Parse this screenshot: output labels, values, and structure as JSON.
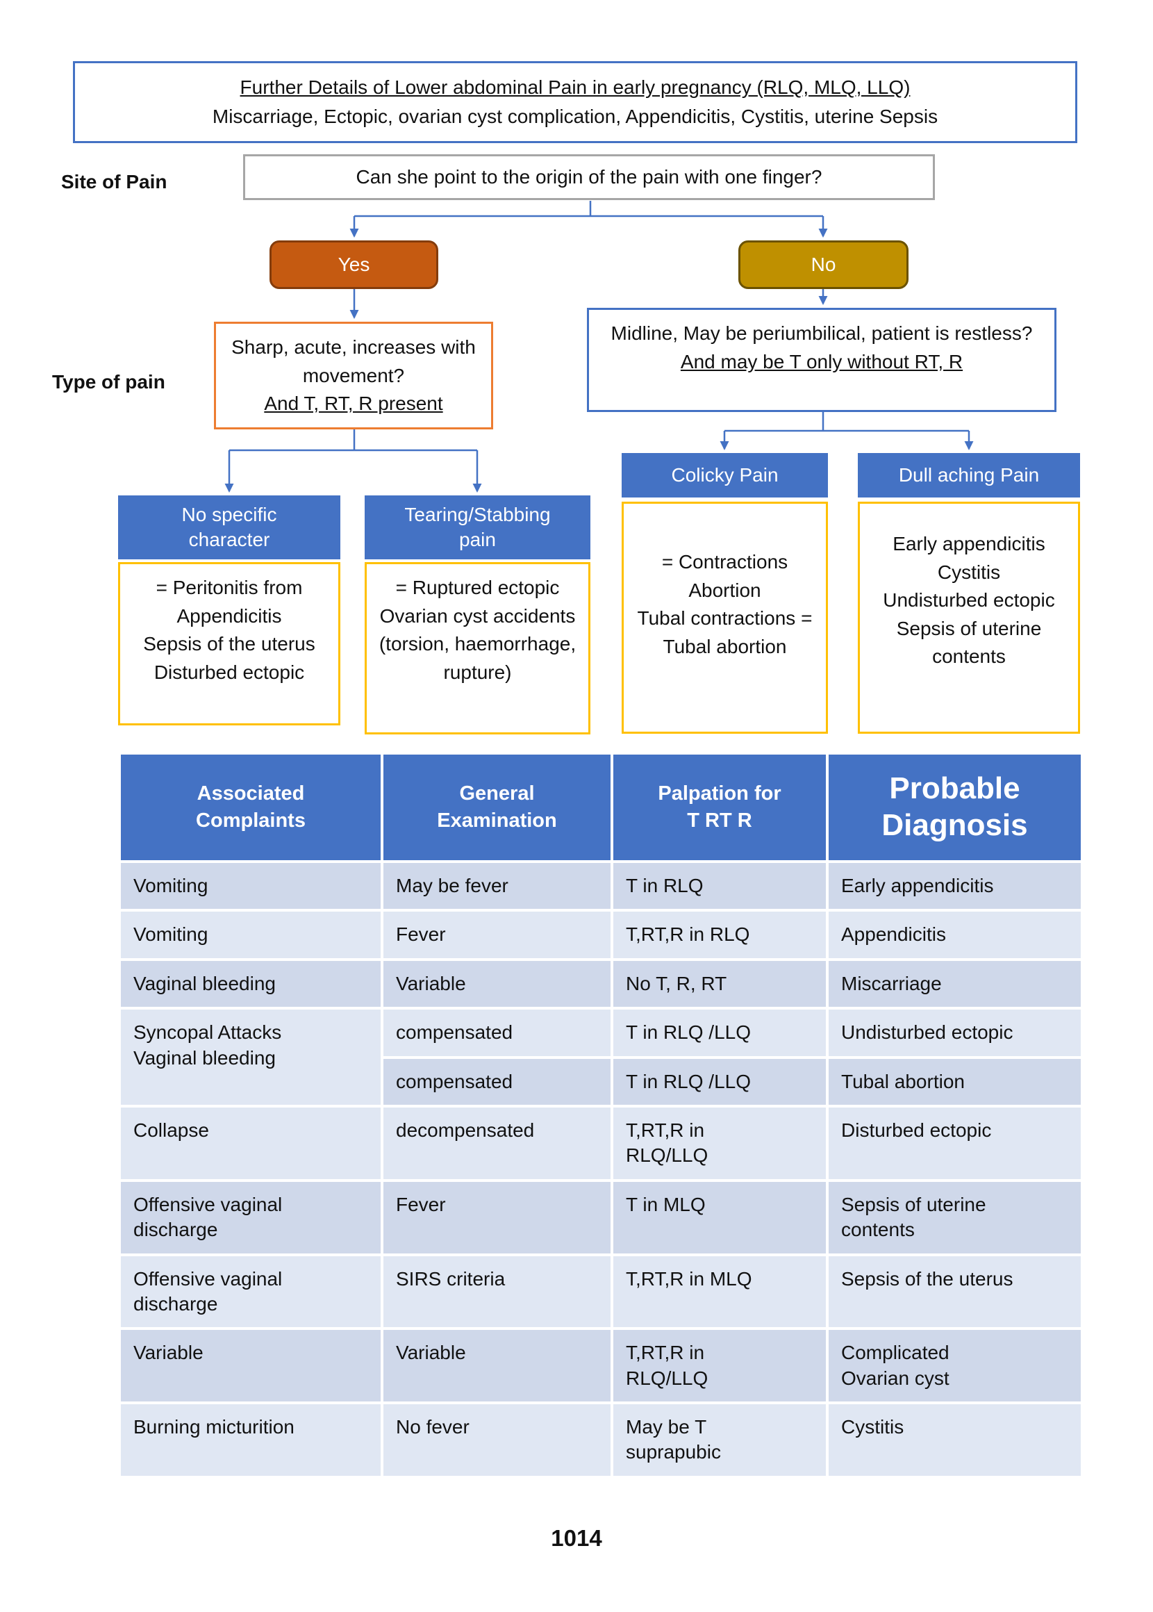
{
  "colors": {
    "blue": "#4472C4",
    "orange_fill": "#C55A11",
    "orange_stroke": "#843C0C",
    "gold_fill": "#BF9000",
    "gold_stroke": "#6B5200",
    "orange_border": "#ED7D31",
    "yellow_border": "#FFC000",
    "gray_border": "#A6A6A6",
    "row_a": "#cfd8ea",
    "row_b": "#e0e7f3"
  },
  "title": {
    "line1": "Further Details of Lower abdominal Pain in early pregnancy (RLQ, MLQ, LLQ)",
    "line2": "Miscarriage, Ectopic, ovarian cyst complication, Appendicitis, Cystitis, uterine Sepsis"
  },
  "side_labels": {
    "site": "Site of Pain",
    "type": "Type of pain"
  },
  "flow": {
    "question": "Can she point to the origin of the pain with one finger?",
    "yes_label": "Yes",
    "no_label": "No",
    "yes_branch": {
      "text": "Sharp, acute, increases with movement?",
      "underlined": "And T, RT, R present"
    },
    "no_branch": {
      "text": "Midline, May be periumbilical, patient is restless?",
      "underlined": "And may be T only without RT, R"
    },
    "outcomes": [
      {
        "header": "No specific\ncharacter",
        "body": "= Peritonitis from Appendicitis\nSepsis of the uterus\nDisturbed ectopic"
      },
      {
        "header": "Tearing/Stabbing\npain",
        "body": "= Ruptured ectopic\nOvarian cyst accidents (torsion, haemorrhage, rupture)"
      },
      {
        "header": "Colicky Pain",
        "body": "= Contractions\nAbortion\nTubal contractions =\nTubal abortion"
      },
      {
        "header": "Dull aching Pain",
        "body": "Early appendicitis\nCystitis\nUndisturbed ectopic\nSepsis of uterine contents"
      }
    ]
  },
  "table": {
    "headers": [
      "Associated\nComplaints",
      "General\nExamination",
      "Palpation for\nT RT R",
      "Probable\nDiagnosis"
    ],
    "rows": [
      {
        "cells": [
          "Vomiting",
          "May be fever",
          "T in RLQ",
          "Early appendicitis"
        ]
      },
      {
        "cells": [
          "Vomiting",
          "Fever",
          "T,RT,R in RLQ",
          "Appendicitis"
        ]
      },
      {
        "cells": [
          "Vaginal bleeding",
          "Variable",
          "No T, R, RT",
          "Miscarriage"
        ]
      },
      {
        "cells": [
          "Syncopal Attacks\nVaginal bleeding",
          "compensated",
          "T in RLQ /LLQ",
          "Undisturbed ectopic"
        ]
      },
      {
        "cells": [
          "compensated",
          "T in RLQ /LLQ",
          "Tubal abortion"
        ]
      },
      {
        "cells": [
          "Collapse",
          "decompensated",
          "T,RT,R in\nRLQ/LLQ",
          "Disturbed ectopic"
        ]
      },
      {
        "cells": [
          "Offensive vaginal\ndischarge",
          "Fever",
          "T in MLQ",
          "Sepsis of uterine\ncontents"
        ]
      },
      {
        "cells": [
          "Offensive vaginal\ndischarge",
          "SIRS criteria",
          "T,RT,R in MLQ",
          "Sepsis of the uterus"
        ]
      },
      {
        "cells": [
          "Variable",
          "Variable",
          "T,RT,R in\nRLQ/LLQ",
          "Complicated\nOvarian cyst"
        ]
      },
      {
        "cells": [
          "Burning micturition",
          "No fever",
          "May be T\nsuprapubic",
          "Cystitis"
        ]
      }
    ]
  },
  "page_number": "1014"
}
